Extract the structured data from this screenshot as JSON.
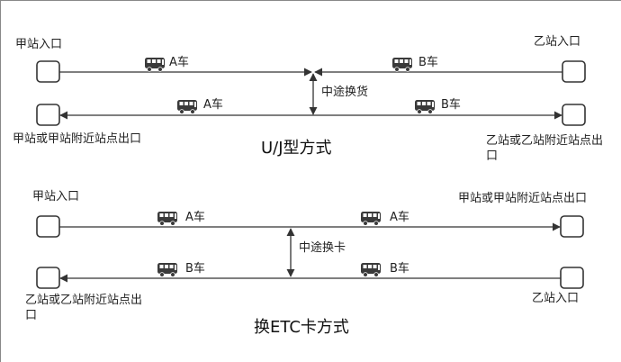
{
  "diagrams": [
    {
      "title": "U/J型方式",
      "top_left_label": "甲站入口",
      "top_right_label": "乙站入口",
      "bottom_left_label": "甲站或甲站附近站点出口",
      "bottom_right_label": "乙站或乙站附近站点出口",
      "middle_label": "中途换货",
      "buses": [
        {
          "label": "A车"
        },
        {
          "label": "B车"
        },
        {
          "label": "A车"
        },
        {
          "label": "B车"
        }
      ]
    },
    {
      "title": "换ETC卡方式",
      "top_left_label": "甲站入口",
      "top_right_label": "甲站或甲站附近站点出口",
      "bottom_left_label": "乙站或乙站附近站点出口",
      "bottom_right_label": "乙站入口",
      "middle_label": "中途换卡",
      "buses": [
        {
          "label": "A车"
        },
        {
          "label": "A车"
        },
        {
          "label": "B车"
        },
        {
          "label": "B车"
        }
      ]
    }
  ]
}
